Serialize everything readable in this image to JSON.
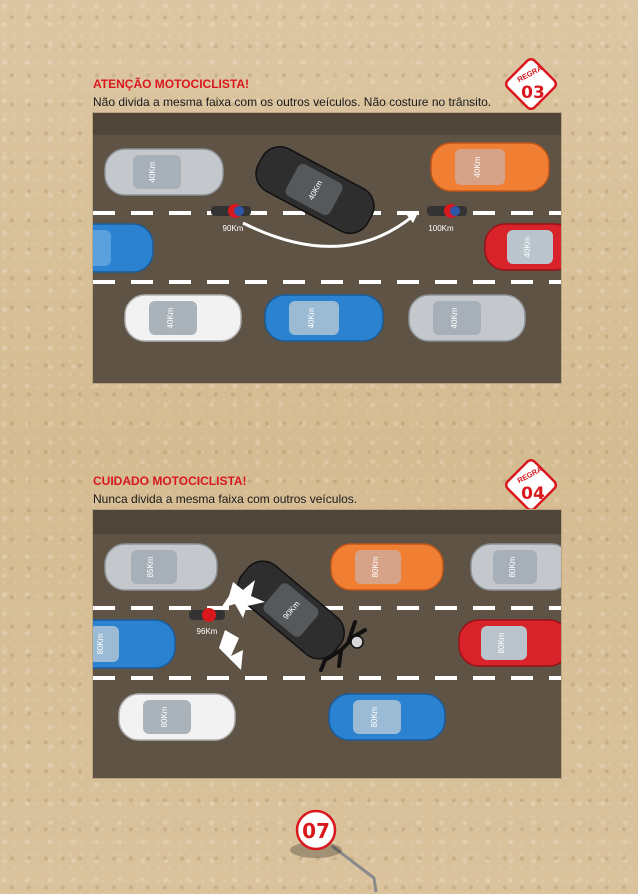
{
  "rule3": {
    "title": "ATENÇÃO MOTOCICLISTA!",
    "text": "Não divida a mesma faixa com os outros veículos. Não costure no trânsito.",
    "badge_label": "REGRA",
    "badge_number": "03",
    "cars": {
      "top_left": "40Km",
      "center": "40Km",
      "top_right": "40Km",
      "mid_right": "40Km",
      "bottom_left": "40Km",
      "bottom_center": "40Km",
      "bottom_right": "40Km"
    },
    "moto_speed_1": "90Km",
    "moto_speed_2": "100Km"
  },
  "rule4": {
    "title": "CUIDADO MOTOCICLISTA!",
    "text": "Nunca divida a mesma faixa com outros veículos.",
    "badge_label": "REGRA",
    "badge_number": "04",
    "cars": {
      "top_left": "85Km",
      "top_center": "80Km",
      "top_right": "80Km",
      "center": "90Km",
      "mid_left": "80Km",
      "mid_right": "80Km",
      "bottom_left": "80Km",
      "bottom_center": "80Km"
    },
    "moto_speed": "96Km"
  },
  "page_number": "07",
  "colors": {
    "title_red": "#d9181e",
    "badge_red": "#d9181e",
    "road": "#5e5344"
  }
}
